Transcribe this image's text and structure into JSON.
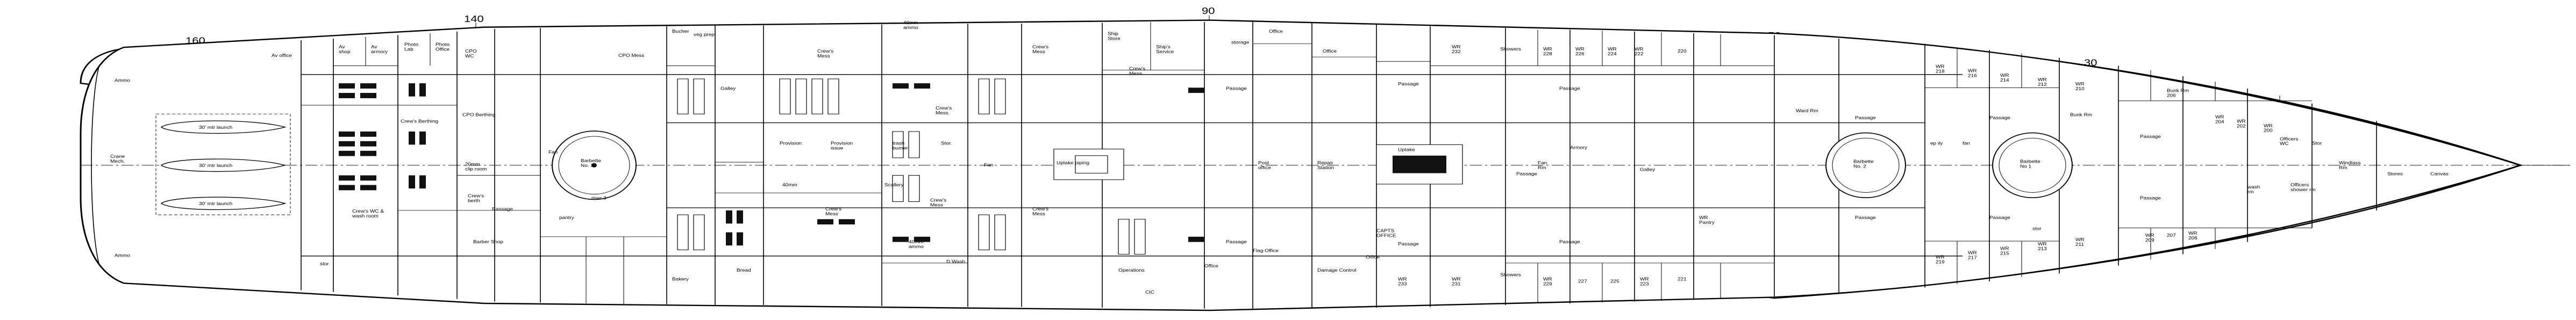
{
  "frame_numbers": [
    "160",
    "140",
    "90",
    "50",
    "30"
  ],
  "labels": {
    "ammo_top": "Ammo",
    "ammo_bottom": "Ammo",
    "crane_mech": "Crane\nMech.",
    "launch_1": "30' mtr launch",
    "launch_2": "30' mtr launch",
    "launch_3": "30' mtr launch",
    "av_office": "Av office",
    "av_shop": "Av\nshop",
    "av_armory": "Av\narmory",
    "photo_lab": "Photo\nLab",
    "photo_office": "Photo\nOffice",
    "cpo_wc": "CPO\nWC",
    "cpo_berthing": "CPO Berthing",
    "crews_berthing": "Crew's Berthing",
    "mm_20_clip_room": "20mm\nclip room",
    "fan_aft": "Fan",
    "cpo_mess": "CPO Mess",
    "barbette_3": "Barbette\nNo. 3",
    "pantry": "pantry",
    "riser_3": "riser 3",
    "crews_wc_wash": "Crew's WC &\nwash room",
    "crews_berth": "Crew's\nberth",
    "passage_aft": "Passage",
    "barber_shop": "Barber Shop",
    "bakery": "Bakery",
    "bread": "Bread",
    "stor_aft": "stor",
    "butcher": "Bucher",
    "veg_prep": "veg prep",
    "galley_aft": "Galley",
    "provision": "Provision",
    "provision_issue": "Provision\nissue",
    "scullery": "Scullery",
    "crews_mess_1": "Crew's\nMess",
    "crews_mess_2": "Crew's\nMess",
    "crews_mess_3": "Crew's\nMess",
    "crews_mess_4": "Crew's\nMess",
    "crews_mess_5": "Crew's\nMess",
    "crews_mess_6": "Crew's\nMess",
    "crews_mess_7": "Crew's\nMess",
    "mm40_ammo_top": "40mm\nammo",
    "mm40_ammo_bottom": "40mm\nammo",
    "mm40": "40mm",
    "stor_mid": "Stor.",
    "trash_burner": "trash\nburner",
    "fan_mid": "Fan",
    "d_wash": "D Wash",
    "ship_store": "Ship\nStore",
    "ships_service": "Ship's\nService",
    "uptake_piping": "Uptake piping",
    "uptake": "Uptake",
    "post_office": "Post\noffice",
    "repair_station": "Repair\nStation",
    "flag_office": "Flag Office",
    "operations": "Operations",
    "cic": "CIC",
    "damage_control": "Damage Control",
    "office_1": "Office",
    "office_2": "Office",
    "office_3": "Office",
    "office_4": "Office",
    "storage": "storage",
    "wr_232": "WR\n232",
    "showers_top": "Showers",
    "showers_bottom": "Showers",
    "wr_228": "WR\n228",
    "wr_226": "WR\n226",
    "wr_224": "WR\n224",
    "wr_222": "WR\n222",
    "wr_220": "220",
    "wr_233": "WR\n233",
    "wr_231": "WR\n231",
    "wr_229": "WR\n229",
    "wr_227": "227",
    "wr_225": "225",
    "wr_223": "WR\n223",
    "wr_221": "221",
    "capts_office": "CAPTS\nOFFICE",
    "armory": "Armory",
    "galley_fwd": "Galley",
    "wr_pantry": "WR\nPantry",
    "fan_rm": "Fan\nRm",
    "ward_rm": "Ward Rm",
    "barbette_2": "Barbette\nNo. 2",
    "barbette_1": "Barbette\nNo 1",
    "wr_218": "WR\n218",
    "wr_216": "WR\n216",
    "wr_214": "WR\n214",
    "wr_212": "WR\n212",
    "wr_210": "WR\n210",
    "wr_219": "WR\n219",
    "wr_217": "WR\n217",
    "wr_215": "WR\n215",
    "wr_213": "WR\n213",
    "wr_211": "WR\n211",
    "wr_209": "WR\n209",
    "wr_206_top": "Bunk Rm\n206",
    "wr_206_bottom": "WR\n206",
    "wr_207": "207",
    "wr_204": "WR\n204",
    "wr_202": "WR\n202",
    "wr_200": "WR\n200",
    "bunk_rm": "Bunk Rm",
    "ep_ily": "ep ily",
    "fan_fwd": "fan",
    "stor_fwd": "stor",
    "officers_wc": "Officers\nWC",
    "officers_shower": "Officers\nshower rm",
    "wash_rm": "wash\nrm",
    "stor_f2": "Stor",
    "windlass_rm": "Windlass\nRm",
    "stores": "Stores",
    "canvas": "Canvas",
    "passage_1": "Passage",
    "passage_2": "Passage",
    "passage_3": "Passage",
    "passage_4": "Passage",
    "passage_5": "Passage",
    "passage_6": "Passage",
    "passage_7": "Passage",
    "passage_8": "Passage",
    "passage_9": "Passage",
    "passage_10": "Passage",
    "passage_11": "Passage",
    "passage_12": "Passage",
    "passage_13": "Passage"
  }
}
